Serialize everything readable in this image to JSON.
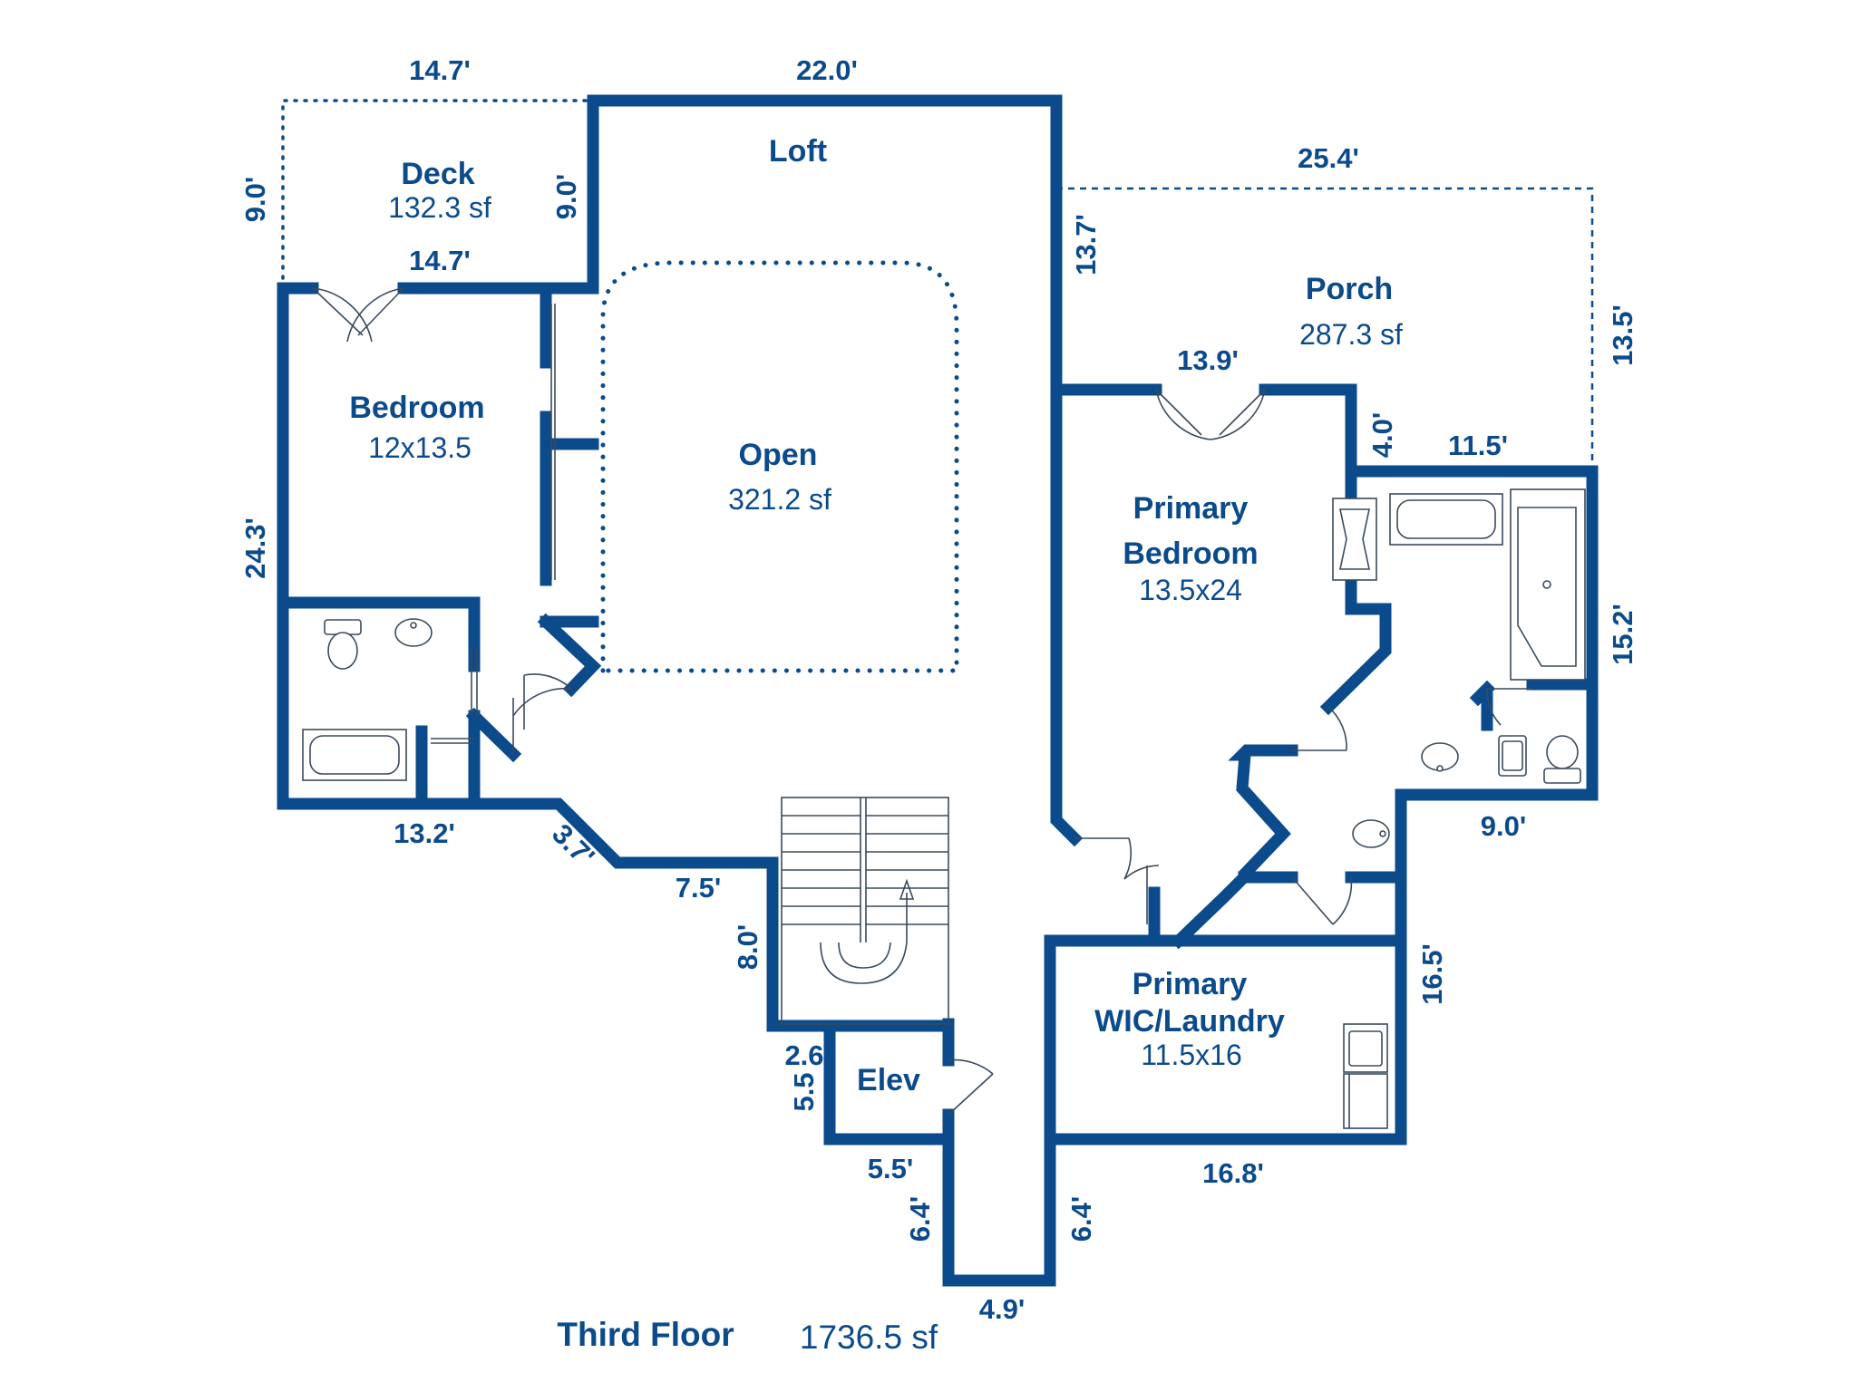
{
  "floor": {
    "title": "Third Floor",
    "total_area": "1736.5 sf"
  },
  "colors": {
    "wall": "#0b4a8b",
    "fixture": "#3a4a5c",
    "background": "#ffffff"
  },
  "rooms": {
    "deck": {
      "name": "Deck",
      "size": "132.3 sf"
    },
    "loft": {
      "name": "Loft"
    },
    "open": {
      "name": "Open",
      "size": "321.2 sf"
    },
    "porch": {
      "name": "Porch",
      "size": "287.3 sf"
    },
    "bedroom": {
      "name": "Bedroom",
      "size": "12x13.5"
    },
    "primary_bedroom": {
      "name_line1": "Primary",
      "name_line2": "Bedroom",
      "size": "13.5x24"
    },
    "primary_wic": {
      "name_line1": "Primary",
      "name_line2": "WIC/Laundry",
      "size": "11.5x16"
    },
    "elev": {
      "name": "Elev"
    }
  },
  "dimensions": {
    "deck_top": "14.7'",
    "deck_bottom": "14.7'",
    "deck_left": "9.0'",
    "deck_right": "9.0'",
    "loft_top": "22.0'",
    "porch_top": "25.4'",
    "porch_left": "13.7'",
    "porch_right": "13.5'",
    "primary_bedroom_top": "13.9'",
    "porch_step": "4.0'",
    "bath_top": "11.5'",
    "bath_right": "15.2'",
    "bath_bottom": "9.0'",
    "bedroom_left": "24.3'",
    "bedroom_bottom": "13.2'",
    "diagonal": "3.7'",
    "stair_top": "7.5'",
    "stair_left": "8.0'",
    "elev_top": "2.6",
    "elev_left": "5.5",
    "elev_bottom": "5.5'",
    "hall_left": "6.4'",
    "hall_right": "6.4'",
    "hall_bottom": "4.9'",
    "wic_right": "16.5'",
    "wic_bottom": "16.8'"
  }
}
